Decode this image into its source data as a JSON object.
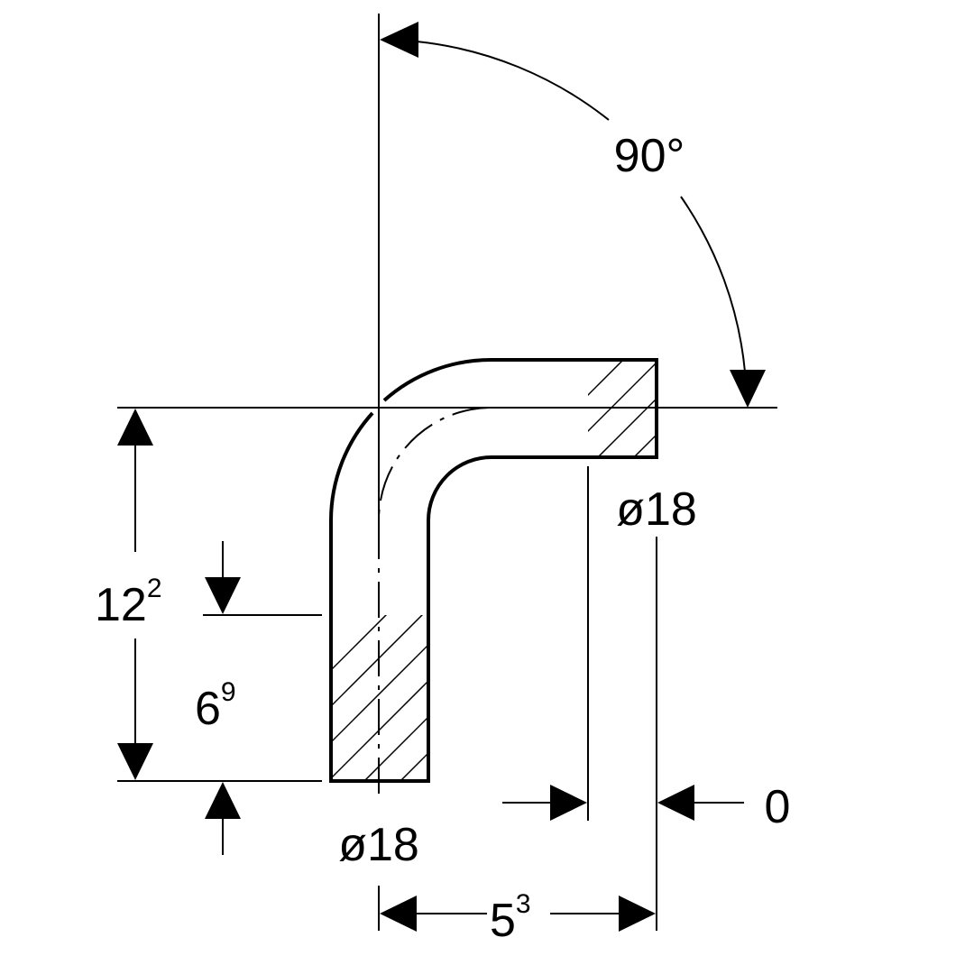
{
  "angle_label": "90°",
  "diameter_top": "ø18",
  "diameter_bottom": "ø18",
  "height_total": {
    "base": "12",
    "sup": "2"
  },
  "height_straight": {
    "base": "6",
    "sup": "9"
  },
  "width": {
    "base": "5",
    "sup": "3"
  },
  "offset_label": "0",
  "colors": {
    "line": "#000000",
    "background": "#ffffff"
  }
}
